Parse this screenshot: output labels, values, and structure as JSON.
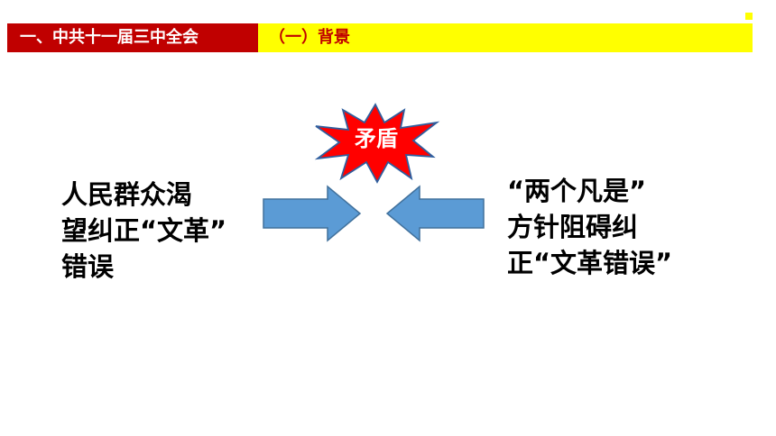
{
  "header": {
    "section_title": "一、中共十一届三中全会",
    "subsection_title": "（一）背景"
  },
  "left_block": {
    "lines": [
      "人民群众渴",
      "望纠正“文革”",
      "错误"
    ]
  },
  "right_block": {
    "lines": [
      "“两个凡是”",
      "方针阻碍纠",
      "正“文革错误”"
    ]
  },
  "burst": {
    "label": "矛盾"
  },
  "colors": {
    "header_red": "#c00000",
    "header_yellow": "#ffff00",
    "arrow_fill": "#5b9bd5",
    "arrow_stroke": "#41719c",
    "burst_fill": "#ff0000",
    "burst_stroke": "#2e5e9e"
  },
  "icons": {
    "arrow_right": "right-arrow-icon",
    "arrow_left": "left-arrow-icon",
    "burst": "explosion-burst-icon"
  }
}
